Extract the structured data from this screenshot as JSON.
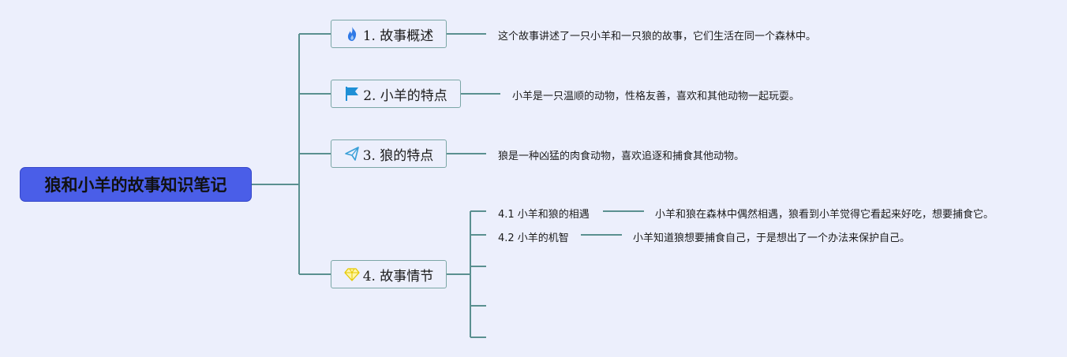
{
  "root": {
    "title": "狼和小羊的故事知识笔记"
  },
  "branches": [
    {
      "label": "1. 故事概述",
      "icon": "fire-icon",
      "detail": "这个故事讲述了一只小羊和一只狼的故事，它们生活在同一个森林中。"
    },
    {
      "label": "2. 小羊的特点",
      "icon": "flag-icon",
      "detail": "小羊是一只温顺的动物，性格友善，喜欢和其他动物一起玩耍。"
    },
    {
      "label": "3. 狼的特点",
      "icon": "paper-plane-icon",
      "detail": "狼是一种凶猛的肉食动物，喜欢追逐和捕食其他动物。"
    },
    {
      "label": "4. 故事情节",
      "icon": "diamond-icon",
      "children": [
        {
          "label": "4.1 小羊和狼的相遇",
          "detail": "小羊和狼在森林中偶然相遇，狼看到小羊觉得它看起来好吃，想要捕食它。"
        },
        {
          "label": "4.2 小羊的机智",
          "detail": "小羊知道狼想要捕食自己，于是想出了一个办法来保护自己。"
        }
      ]
    }
  ],
  "colors": {
    "root_fill": "#4a5ee8",
    "connector": "#5a9090",
    "branch_border": "#7ba6a6",
    "background": "#eceffc"
  }
}
